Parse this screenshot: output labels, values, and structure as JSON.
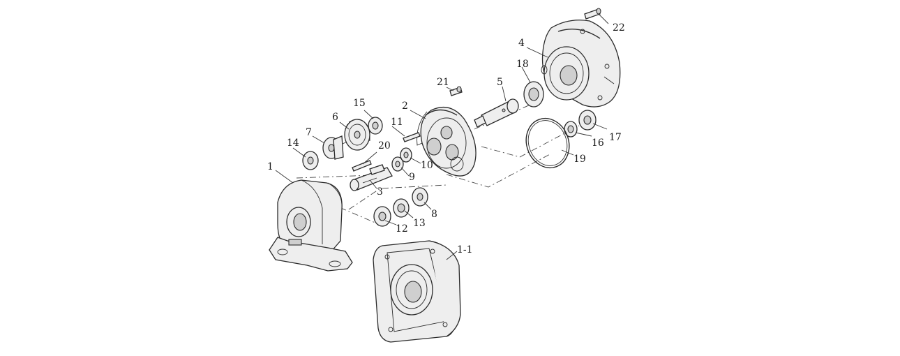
{
  "labels": [
    {
      "id": "1",
      "text": "1"
    },
    {
      "id": "1-1",
      "text": "1-1"
    },
    {
      "id": "2",
      "text": "2"
    },
    {
      "id": "3",
      "text": "3"
    },
    {
      "id": "4",
      "text": "4"
    },
    {
      "id": "5",
      "text": "5"
    },
    {
      "id": "6",
      "text": "6"
    },
    {
      "id": "7",
      "text": "7"
    },
    {
      "id": "8",
      "text": "8"
    },
    {
      "id": "9",
      "text": "9"
    },
    {
      "id": "10",
      "text": "10"
    },
    {
      "id": "11",
      "text": "11"
    },
    {
      "id": "12",
      "text": "12"
    },
    {
      "id": "13",
      "text": "13"
    },
    {
      "id": "14",
      "text": "14"
    },
    {
      "id": "15",
      "text": "15"
    },
    {
      "id": "16",
      "text": "16"
    },
    {
      "id": "17",
      "text": "17"
    },
    {
      "id": "18",
      "text": "18"
    },
    {
      "id": "19",
      "text": "19"
    },
    {
      "id": "20",
      "text": "20"
    },
    {
      "id": "21",
      "text": "21"
    },
    {
      "id": "22",
      "text": "22"
    }
  ]
}
